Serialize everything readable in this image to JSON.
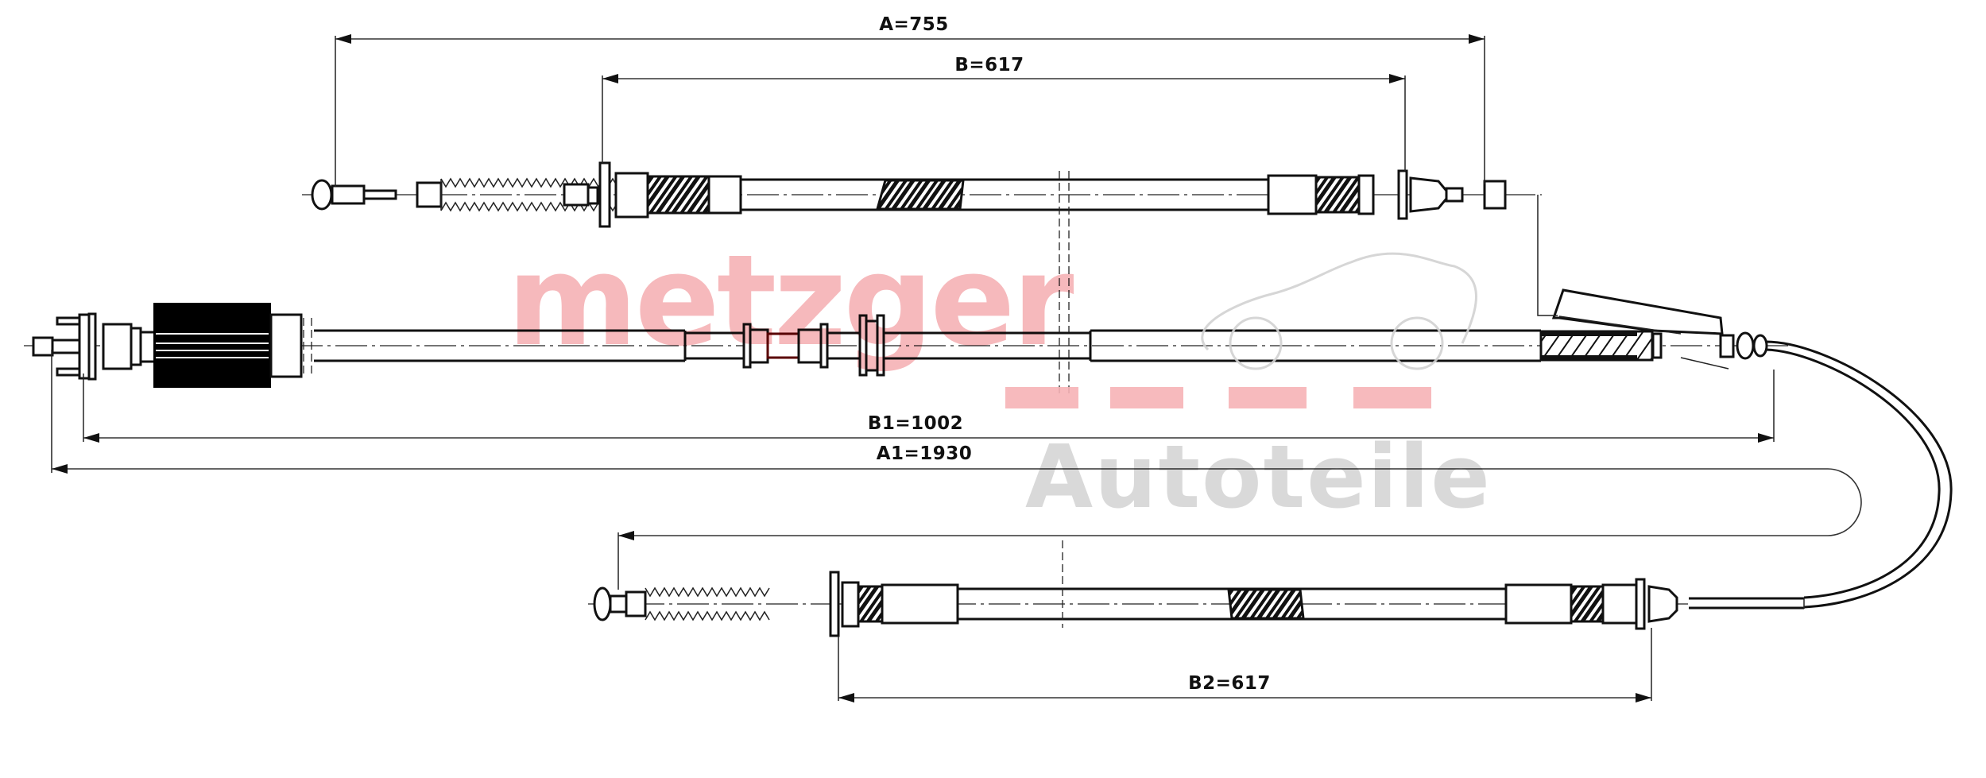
{
  "drawing": {
    "type": "technical-drawing",
    "subject": "parking brake cable",
    "background": "#ffffff",
    "line_color": "#111111"
  },
  "watermark": {
    "brand": "metzger",
    "sub": "Autoteile",
    "brand_color": "#f6b3b6",
    "sub_color": "#d2d2d2",
    "icon": "car-outline-icon"
  },
  "dimensions": {
    "A": {
      "label": "A=755",
      "value": 755
    },
    "B": {
      "label": "B=617",
      "value": 617
    },
    "B1": {
      "label": "B1=1002",
      "value": 1002
    },
    "A1": {
      "label": "A1=1930",
      "value": 1930
    },
    "B2": {
      "label": "B2=617",
      "value": 617
    }
  },
  "parts": [
    {
      "name": "upper-cable",
      "ends": [
        "ball-nipple-end",
        "fitting-end"
      ]
    },
    {
      "name": "main-cable",
      "ends": [
        "adjuster-end",
        "splitter-housing"
      ]
    },
    {
      "name": "lower-cable",
      "ends": [
        "ball-nipple-end",
        "fitting-end"
      ]
    }
  ]
}
